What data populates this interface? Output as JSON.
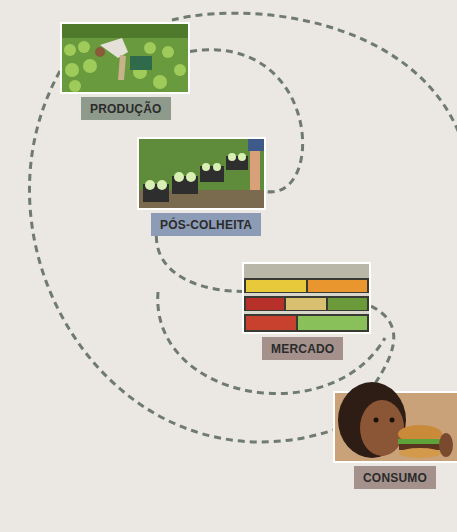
{
  "diagram": {
    "nodes": [
      {
        "text": [
          "PRODUÇÃO"
        ]
      },
      {
        "text": [
          "PÓS-COLHEITA"
        ]
      },
      {
        "text": [
          "MERCADO"
        ]
      },
      {
        "text": [
          "CONSUMO"
        ]
      }
    ],
    "edges": [
      {
        "from": 0,
        "to": 1,
        "arrow": "none"
      },
      {
        "from": 1,
        "to": 2,
        "arrow": "none"
      },
      {
        "from": 2,
        "to": 3,
        "arrow": "none"
      },
      {
        "from": 0,
        "to": 3,
        "arrow": "none"
      }
    ]
  }
}
